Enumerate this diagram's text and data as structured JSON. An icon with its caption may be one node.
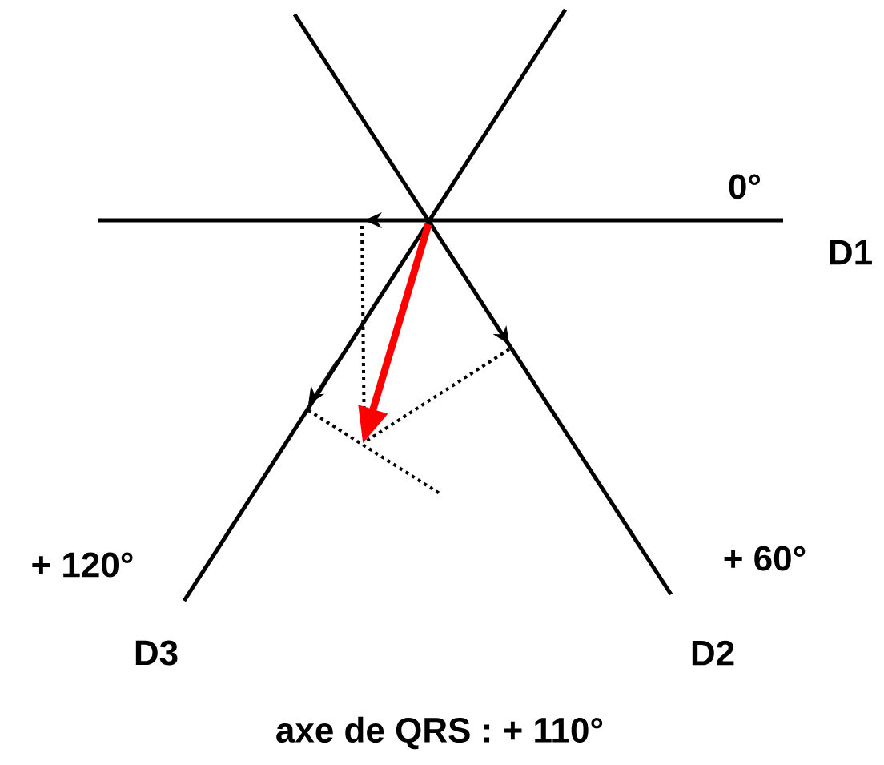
{
  "diagram": {
    "caption": "axe de QRS : + 110°",
    "labels": [
      "0°",
      "D1",
      "+ 120°",
      "+ 60°",
      "D3",
      "D2"
    ]
  }
}
